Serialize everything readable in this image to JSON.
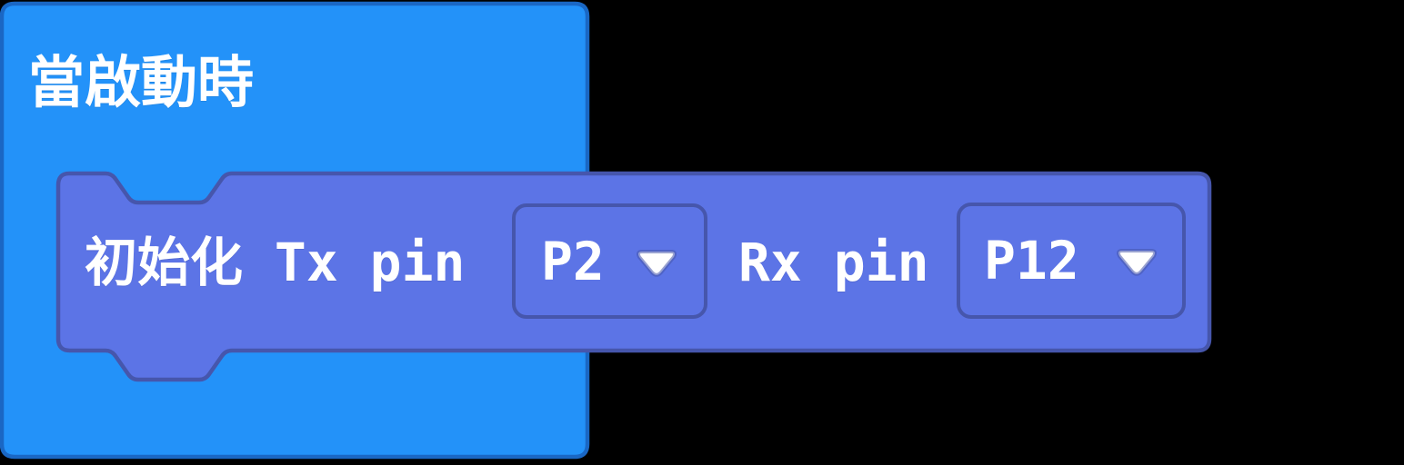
{
  "workspace": {
    "background_color": "#000000"
  },
  "blocks": {
    "on_start": {
      "label": "當啟動時",
      "fill_color": "#2392F9",
      "border_color": "#1A67C4",
      "text_color": "#FFFFFF"
    },
    "init_serial": {
      "label_prefix": "初始化 Tx pin",
      "label_rx": "Rx pin",
      "fill_color": "#5C74E6",
      "border_color": "#4656AC",
      "text_color": "#FFFFFF",
      "tx_pin_dropdown": {
        "value": "P2"
      },
      "rx_pin_dropdown": {
        "value": "P12"
      }
    }
  },
  "icons": {
    "tx_dropdown_arrow": "dropdown-arrow",
    "rx_dropdown_arrow": "dropdown-arrow"
  }
}
